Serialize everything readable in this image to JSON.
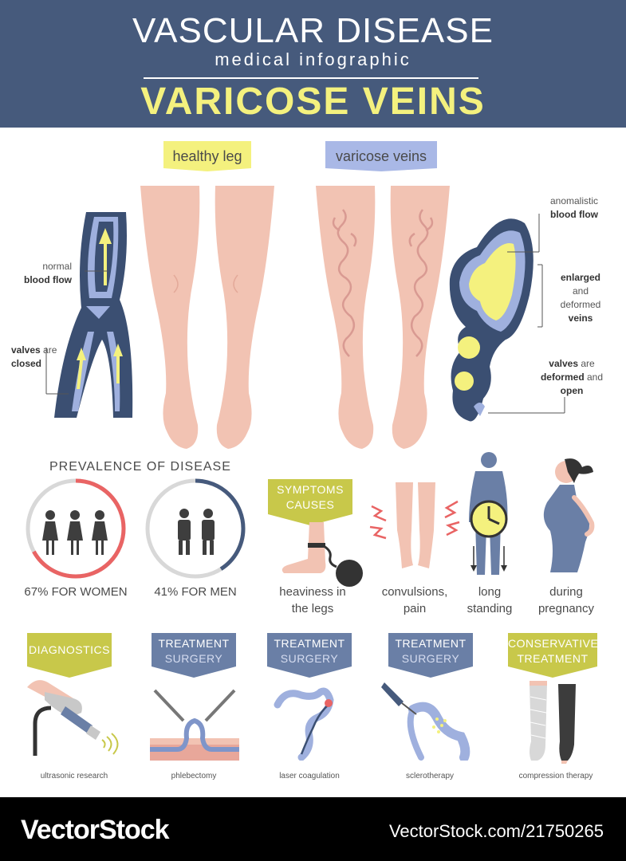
{
  "header": {
    "title": "VASCULAR DISEASE",
    "subtitle": "medical infographic",
    "main_title": "VARICOSE VEINS"
  },
  "legs": {
    "healthy_label": "healthy leg",
    "varicose_label": "varicose veins"
  },
  "left_notes": {
    "flow_line1": "normal",
    "flow_line2": "blood flow",
    "valves_bold": "valves",
    "valves_rest1": " are",
    "valves_line2": "closed"
  },
  "right_notes": {
    "anom_line1": "anomalistic",
    "anom_line2": "blood flow",
    "enl_line1": "enlarged",
    "enl_line2": "and",
    "enl_line3": "deformed",
    "enl_line4": "veins",
    "val_bold": "valves",
    "val_rest": " are",
    "val_line2_bold": "deformed",
    "val_line2_rest": " and",
    "val_line3": "open"
  },
  "prevalence": {
    "title": "PREVALENCE OF DISEASE",
    "women_label": "67% FOR WOMEN",
    "men_label": "41% FOR MEN",
    "women_fraction": 0.67,
    "men_fraction": 0.41
  },
  "symptoms": {
    "banner_line1": "SYMPTOMS",
    "banner_line2": "CAUSES",
    "items": [
      {
        "line1": "heaviness in",
        "line2": "the legs"
      },
      {
        "line1": "convulsions,",
        "line2": "pain"
      },
      {
        "line1": "long",
        "line2": "standing"
      },
      {
        "line1": "during",
        "line2": "pregnancy"
      }
    ]
  },
  "treatments": [
    {
      "line1": "DIAGNOSTICS",
      "line2": "",
      "caption": "ultrasonic research"
    },
    {
      "line1": "TREATMENT",
      "line2": "SURGERY",
      "caption": "phlebectomy"
    },
    {
      "line1": "TREATMENT",
      "line2": "SURGERY",
      "caption": "laser coagulation"
    },
    {
      "line1": "TREATMENT",
      "line2": "SURGERY",
      "caption": "sclerotherapy"
    },
    {
      "line1": "CONSERVATIVE",
      "line2": "TREATMENT",
      "caption": "compression therapy"
    }
  ],
  "footer": {
    "brand": "VectorStock",
    "url": "VectorStock.com/21750265"
  },
  "colors": {
    "navy": "#465a7c",
    "yellow": "#f4f17e",
    "banner_yellow": "#c8c84a",
    "banner_blue": "#6a7fa6",
    "skin": "#f2c3b3",
    "vein_dark": "#3b4f72",
    "vein_light": "#9fb0de",
    "red": "#e96464"
  },
  "icons": [
    "arrow-up-icon",
    "woman-icon",
    "man-icon",
    "ball-and-chain-icon",
    "clock-icon",
    "pain-flash-icon",
    "ultrasound-probe-icon",
    "scalpel-icon",
    "laser-icon",
    "syringe-icon",
    "compression-stocking-icon"
  ]
}
